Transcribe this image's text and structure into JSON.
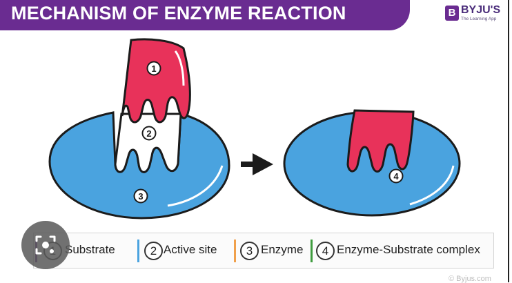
{
  "header": {
    "title": "MECHANISM OF ENZYME REACTION",
    "brand_name": "BYJU'S",
    "brand_tagline": "The Learning App",
    "brand_letter": "B",
    "banner_color": "#6a2c91"
  },
  "diagram": {
    "left_panel": {
      "substrate_number": "1",
      "active_site_number": "2",
      "enzyme_number": "3"
    },
    "right_panel": {
      "complex_number": "4"
    },
    "arrow_icon": "right-arrow-icon",
    "colors": {
      "enzyme": "#4aa3df",
      "substrate": "#e8325a",
      "active_site": "#ffffff",
      "outline": "#1b1b1b"
    }
  },
  "legend": {
    "items": [
      {
        "number": "1",
        "label": "Substrate",
        "color": "#6a2c91"
      },
      {
        "number": "2",
        "label": "Active site",
        "color": "#4aa3df"
      },
      {
        "number": "3",
        "label": "Enzyme",
        "color": "#f0a04b"
      },
      {
        "number": "4",
        "label": "Enzyme-Substrate complex",
        "color": "#3f9c3f"
      }
    ]
  },
  "overlay": {
    "lens_icon": "image-search-icon"
  },
  "watermark": "© Byjus.com"
}
